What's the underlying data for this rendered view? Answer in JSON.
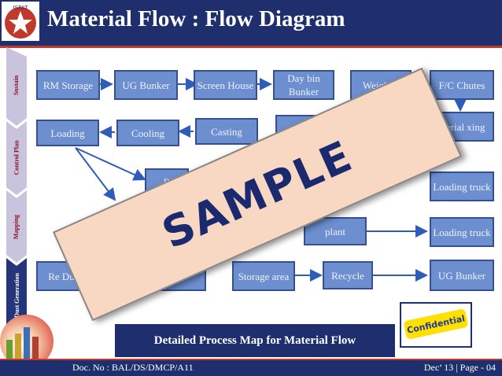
{
  "header": {
    "title": "Material Flow : Flow Diagram",
    "logo_text": "ISPAT"
  },
  "sidebar": {
    "items": [
      {
        "label": "Sustain"
      },
      {
        "label": "Control Plan"
      },
      {
        "label": "Mapping"
      },
      {
        "label": "Dust Generation"
      }
    ]
  },
  "diagram": {
    "nodes": {
      "rm_storage": "RM Storage",
      "ug_bunker_top": "UG Bunker",
      "screen_house": "Screen House",
      "day_bin_bunker": "Day bin Bunker",
      "weigh_h": "Weigh H",
      "fc_chutes": "F/C Chutes",
      "loading": "Loading",
      "cooling": "Cooling",
      "casting": "Casting",
      "material_mixing": "aterial xing",
      "partial_b": "B",
      "loading_truck_1": "Loading truck",
      "loading_truck_2": "Loading truck",
      "plant": "plant",
      "re_du": "Re Du",
      "storage_area": "Storage area",
      "recycle": "Recycle",
      "ug_bunker_bottom": "UG Bunker"
    }
  },
  "overlay": {
    "stamp": "SAMPLE",
    "confidential": "Confidential"
  },
  "caption": "Detailed Process Map for Material Flow",
  "footer": {
    "doc_no": "Doc. No : BAL/DS/DMCP/A11",
    "page": "Dec’ 13 | Page - 04"
  },
  "colors": {
    "header_bg": "#1f2f6e",
    "node_fill": "#6d8fd0",
    "arrow": "#2f5cb8",
    "stamp_fill": "#f8d7c3",
    "stamp_text": "#1b2a6e",
    "confidential_badge": "#ffe000"
  }
}
